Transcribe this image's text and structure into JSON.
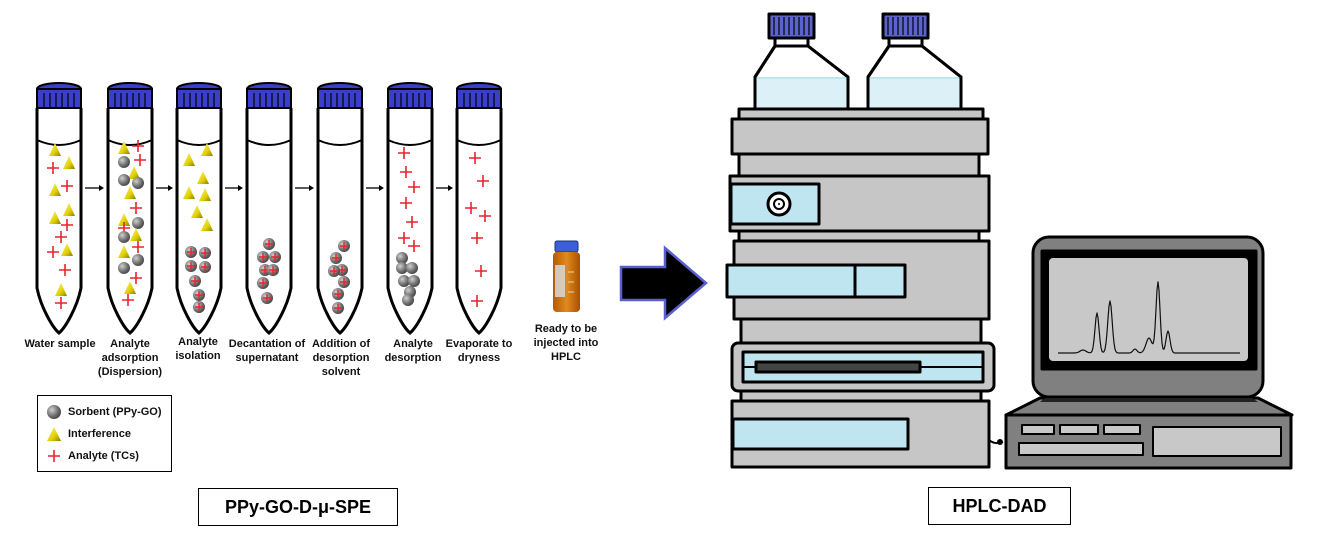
{
  "steps": [
    {
      "label": "Water sample"
    },
    {
      "label": "Analyte adsorption (Dispersion)"
    },
    {
      "label": "Analyte isolation"
    },
    {
      "label": "Decantation of supernatant"
    },
    {
      "label": "Addition of desorption solvent"
    },
    {
      "label": "Analyte desorption"
    },
    {
      "label": "Evaporate to dryness"
    }
  ],
  "vial": {
    "label": "Ready to be injected into HPLC"
  },
  "legend": {
    "items": [
      {
        "icon": "sorbent-sphere-icon",
        "label": "Sorbent (PPy-GO)"
      },
      {
        "icon": "interference-triangle-icon",
        "label": "Interference"
      },
      {
        "icon": "analyte-plus-icon",
        "label": "Analyte (TCs)"
      }
    ]
  },
  "titles": {
    "left": "PPy-GO-D-μ-SPE",
    "right": "HPLC-DAD"
  },
  "colors": {
    "cap_blue": "#3a3fc8",
    "analyte_red": "#e8242c",
    "interference_yellow": "#e0d800",
    "sorbent_gray": "#7a7a7a",
    "instrument_gray": "#c6c6c6",
    "panel_blue": "#bfe6f0",
    "arrow_outline": "#5a5fd0"
  }
}
